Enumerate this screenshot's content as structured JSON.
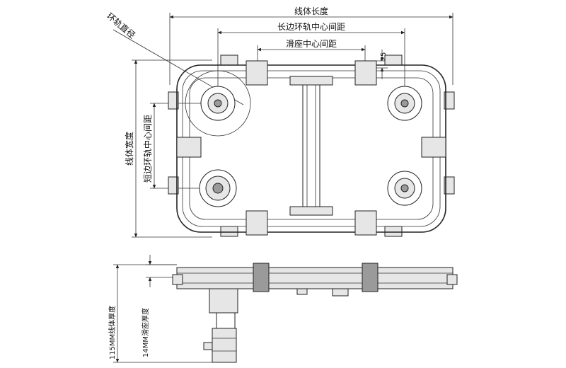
{
  "labels": {
    "line_length": "线体长度",
    "long_side_ring_center_distance": "长边环轨中心间距",
    "slider_center_distance": "滑座中心间距",
    "dim_25": "25",
    "ring_diameter": "环轨直径",
    "line_width": "线体宽度",
    "short_side_ring_center_distance": "短边环轨中心间距",
    "line_thickness": "115MM线体厚度",
    "slider_thickness": "14MM滑座厚度"
  }
}
